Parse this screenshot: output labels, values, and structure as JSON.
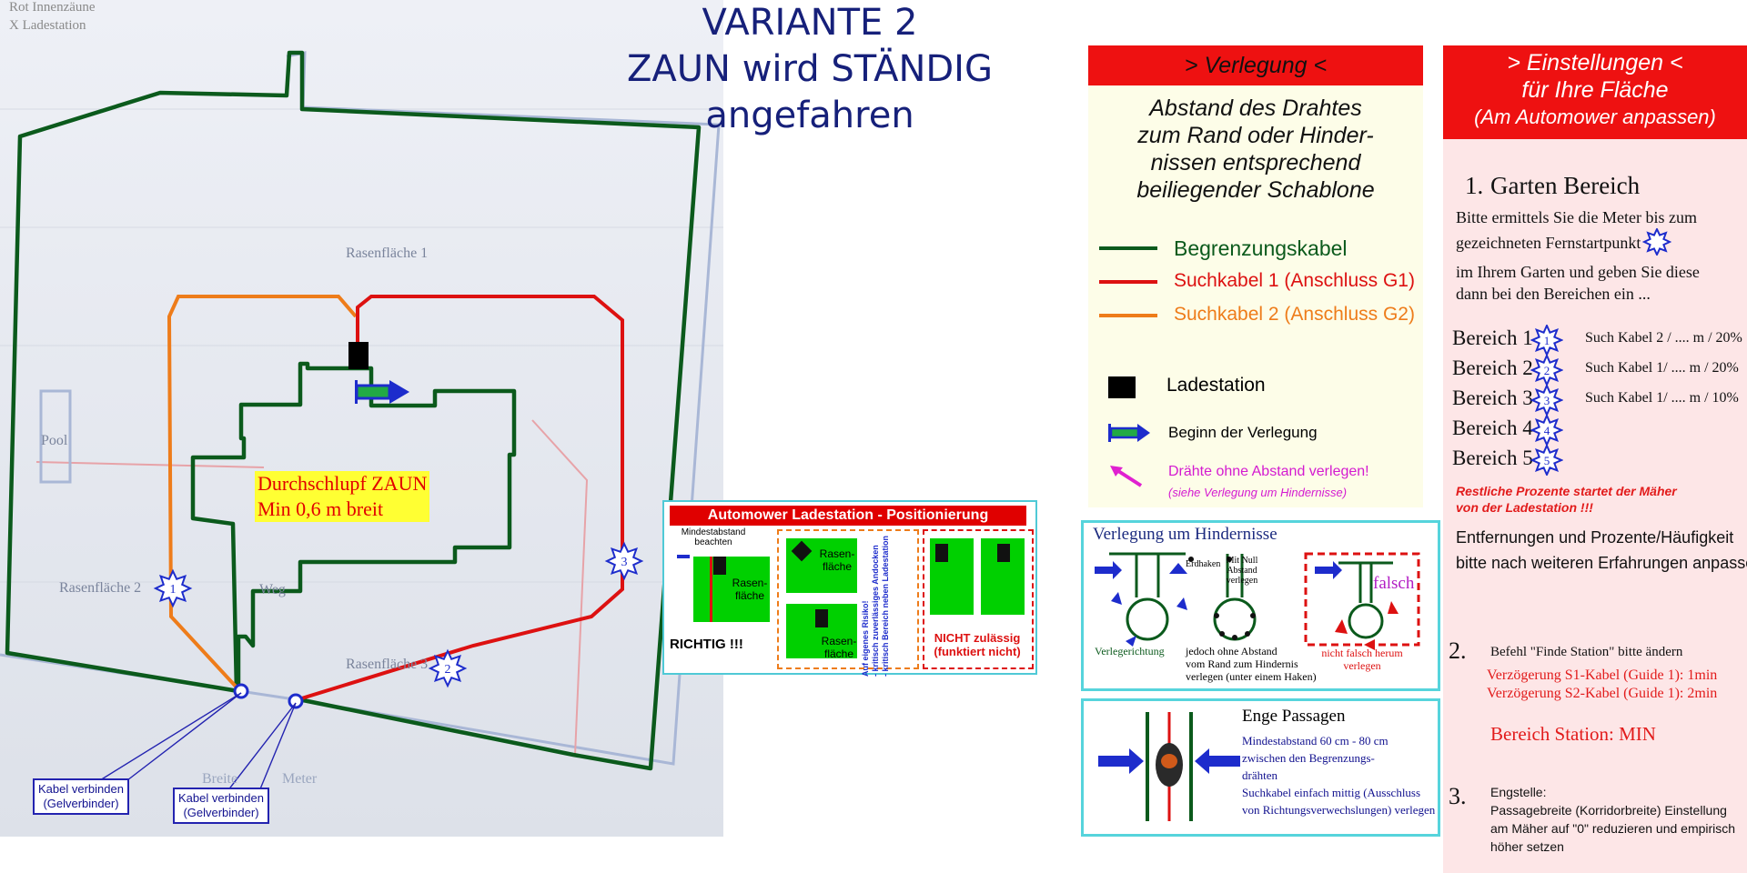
{
  "title": {
    "line1": "VARIANTE 2",
    "line2": "ZAUN wird STÄNDIG",
    "line3": "angefahren"
  },
  "plan": {
    "corner_note1": "Rot Innenzäune",
    "corner_note2": "X Ladestation",
    "rasen1": "Rasenfläche 1",
    "rasen2": "Rasenfläche 2",
    "rasen3": "Rasenfläche 3",
    "pool": "Pool",
    "weg": "Weg",
    "breite": "Breite",
    "meter": "Meter",
    "durch1": "Durchschlupf ZAUN",
    "durch2": "Min 0,6 m breit",
    "connector1_l1": "Kabel verbinden",
    "connector1_l2": "(Gelverbinder)",
    "connector2_l1": "Kabel verbinden",
    "connector2_l2": "(Gelverbinder)",
    "stars": [
      "1",
      "2",
      "3"
    ],
    "colors": {
      "boundary": "#0b5a1c",
      "guide1": "#dd1111",
      "guide2": "#ee7c1a",
      "star": "#1d2ccc"
    }
  },
  "lade": {
    "title": "Automower Ladestation - Positionierung",
    "mindest1": "Mindestabstand",
    "mindest2": "beachten",
    "rasen_a1": "Rasen-",
    "rasen_a2": "fläche",
    "rasen_b1": "Rasen-",
    "rasen_b2": "fläche",
    "rasen_c1": "Rasen-",
    "rasen_c2": "fläche",
    "richtig": "RICHTIG !!!",
    "risiko1": "Auf eigenes Risiko!",
    "risiko2": "- kritisch zuverlässiges Andocken",
    "risiko3": "- kritisch Bereich neben Ladestation",
    "nicht1": "NICHT zulässig",
    "nicht2": "(funktiert nicht)"
  },
  "verlegung": {
    "head": "> Verlegung <",
    "abstand": [
      "Abstand des Drahtes",
      "zum Rand oder Hinder-",
      "nissen entsprechend",
      "beiliegender Schablone"
    ],
    "legend": [
      {
        "label": "Begrenzungskabel",
        "color": "#0b5a1c"
      },
      {
        "label": "Suchkabel 1 (Anschluss G1)",
        "color": "#dd1111"
      },
      {
        "label": "Suchkabel 2 (Anschluss G2)",
        "color": "#ee7c1a"
      }
    ],
    "ladestation": "Ladestation",
    "beginn": "Beginn der Verlegung",
    "draehte": "Drähte ohne Abstand verlegen!",
    "siehe": "(siehe Verlegung um Hindernisse)"
  },
  "hindernisse": {
    "title": "Verlegung um Hindernisse",
    "erdhaken": "Erdhaken",
    "mit_null": [
      "Mit Null",
      "Abstand",
      "verlegen"
    ],
    "falsch": "falsch",
    "verlegerichtung": "Verlegerichtung",
    "jedoch": [
      "jedoch ohne Abstand",
      "vom Rand zum Hindernis",
      "verlegen (unter einem Haken)"
    ],
    "nicht_falsch": [
      "nicht falsch herum",
      "verlegen"
    ]
  },
  "enge": {
    "title": "Enge Passagen",
    "lines": [
      "Mindestabstand 60 cm - 80 cm",
      "zwischen den Begrenzungs-",
      "drähten",
      "Suchkabel einfach mittig (Ausschluss",
      "von Richtungsverwechslungen) verlegen"
    ]
  },
  "einstellungen": {
    "head1": "> Einstellungen <",
    "head2": "für Ihre Fläche",
    "head3": "(Am Automower anpassen)",
    "garten_num": "1.",
    "garten_title": "Garten Bereich",
    "garten_text1": "Bitte ermittels Sie die Meter bis zum",
    "garten_text2": "gezeichneten Fernstartpunkt",
    "garten_text3": "im Ihrem Garten und geben Sie diese",
    "garten_text4": "dann bei den Bereichen ein ...",
    "bereiche": [
      {
        "label": "Bereich 1",
        "num": "1",
        "value": "Such Kabel 2 / .... m / 20%"
      },
      {
        "label": "Bereich 2",
        "num": "2",
        "value": "Such Kabel 1/ .... m / 20%"
      },
      {
        "label": "Bereich 3",
        "num": "3",
        "value": "Such Kabel 1/ .... m / 10%"
      },
      {
        "label": "Bereich 4",
        "num": "4",
        "value": ""
      },
      {
        "label": "Bereich 5",
        "num": "5",
        "value": ""
      }
    ],
    "restliche1": "Restliche Prozente  startet der Mäher",
    "restliche2": "von der Ladestation !!!",
    "entfernungen1": "Entfernungen und Prozente/Häufigkeit",
    "entfernungen2": "bitte nach weiteren Erfahrungen anpassen",
    "s2_num": "2.",
    "s2_title": "Befehl \"Finde Station\" bitte ändern",
    "s2_l1": "Verzögerung S1-Kabel (Guide 1): 1min",
    "s2_l2": "Verzögerung S2-Kabel (Guide 1): 2min",
    "s2_station": "Bereich Station: MIN",
    "s3_num": "3.",
    "s3_title": "Engstelle:",
    "s3_l1": "Passagebreite (Korridorbreite) Einstellung",
    "s3_l2": "am Mäher auf \"0\" reduzieren und empirisch",
    "s3_l3": "höher setzen"
  }
}
